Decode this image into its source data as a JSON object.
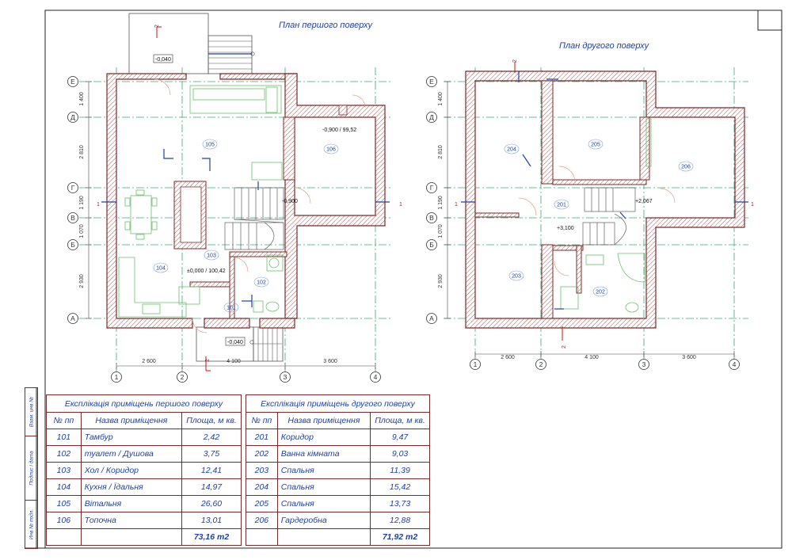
{
  "plan1": {
    "title": "План першого поверху",
    "axes_letters": [
      "Е",
      "Д",
      "Г",
      "В",
      "Б",
      "А"
    ],
    "axes_numbers": [
      "1",
      "2",
      "3",
      "4"
    ],
    "dims_vertical": [
      "1 400",
      "2 810",
      "1 190",
      "1 070",
      "2 930"
    ],
    "dims_horizontal": [
      "2 600",
      "4 100",
      "3 600"
    ],
    "rooms": [
      "105",
      "106",
      "103",
      "104",
      "102",
      "101"
    ],
    "levels": [
      "-0,040",
      "-0,900 / 99,52",
      "-0,900",
      "±0,000 / 100,42",
      "-0,040"
    ],
    "section_marks": [
      "2",
      "1",
      "1",
      "2"
    ]
  },
  "plan2": {
    "title": "План другого поверху",
    "axes_letters": [
      "Е",
      "Д",
      "Г",
      "В",
      "Б",
      "А"
    ],
    "axes_numbers": [
      "1",
      "2",
      "3",
      "4"
    ],
    "dims_vertical": [
      "1 400",
      "2 810",
      "1 190",
      "1 070",
      "2 930"
    ],
    "dims_horizontal": [
      "2 600",
      "4 100",
      "3 600"
    ],
    "rooms": [
      "204",
      "205",
      "206",
      "201",
      "203",
      "202"
    ],
    "levels": [
      "+2,067",
      "+3,100"
    ],
    "section_marks": [
      "2",
      "1",
      "1",
      "2"
    ]
  },
  "side_labels": [
    "Взам. инв №",
    "Подпис і дата",
    "Инв № подл."
  ],
  "table1": {
    "caption": "Експлікація приміщень першого поверху",
    "headers": [
      "№ пп",
      "Назва приміщення",
      "Площа, м кв."
    ],
    "rows": [
      [
        "101",
        "Тамбур",
        "2,42"
      ],
      [
        "102",
        "туалет / Душова",
        "3,75"
      ],
      [
        "103",
        "Хол / Коридор",
        "12,41"
      ],
      [
        "104",
        "Кухня / Їдальня",
        "14,97"
      ],
      [
        "105",
        "Вітальня",
        "26,60"
      ],
      [
        "106",
        "Топочна",
        "13,01"
      ]
    ],
    "total": "73,16 m2"
  },
  "table2": {
    "caption": "Експлікація приміщень другого поверху",
    "headers": [
      "№ пп",
      "Назва приміщення",
      "Площа, м кв."
    ],
    "rows": [
      [
        "201",
        "Коридор",
        "9,47"
      ],
      [
        "202",
        "Ванна кімната",
        "9,03"
      ],
      [
        "203",
        "Спальня",
        "11,39"
      ],
      [
        "204",
        "Спальня",
        "15,42"
      ],
      [
        "205",
        "Спальня",
        "13,73"
      ],
      [
        "206",
        "Гардеробна",
        "12,88"
      ]
    ],
    "total": "71,92 m2"
  },
  "colors": {
    "wall": "#7a2a2a",
    "axis": "#3aaa7a",
    "text": "#1e3fa8",
    "furniture": "#6cbf6c",
    "red": "#cc1111"
  }
}
